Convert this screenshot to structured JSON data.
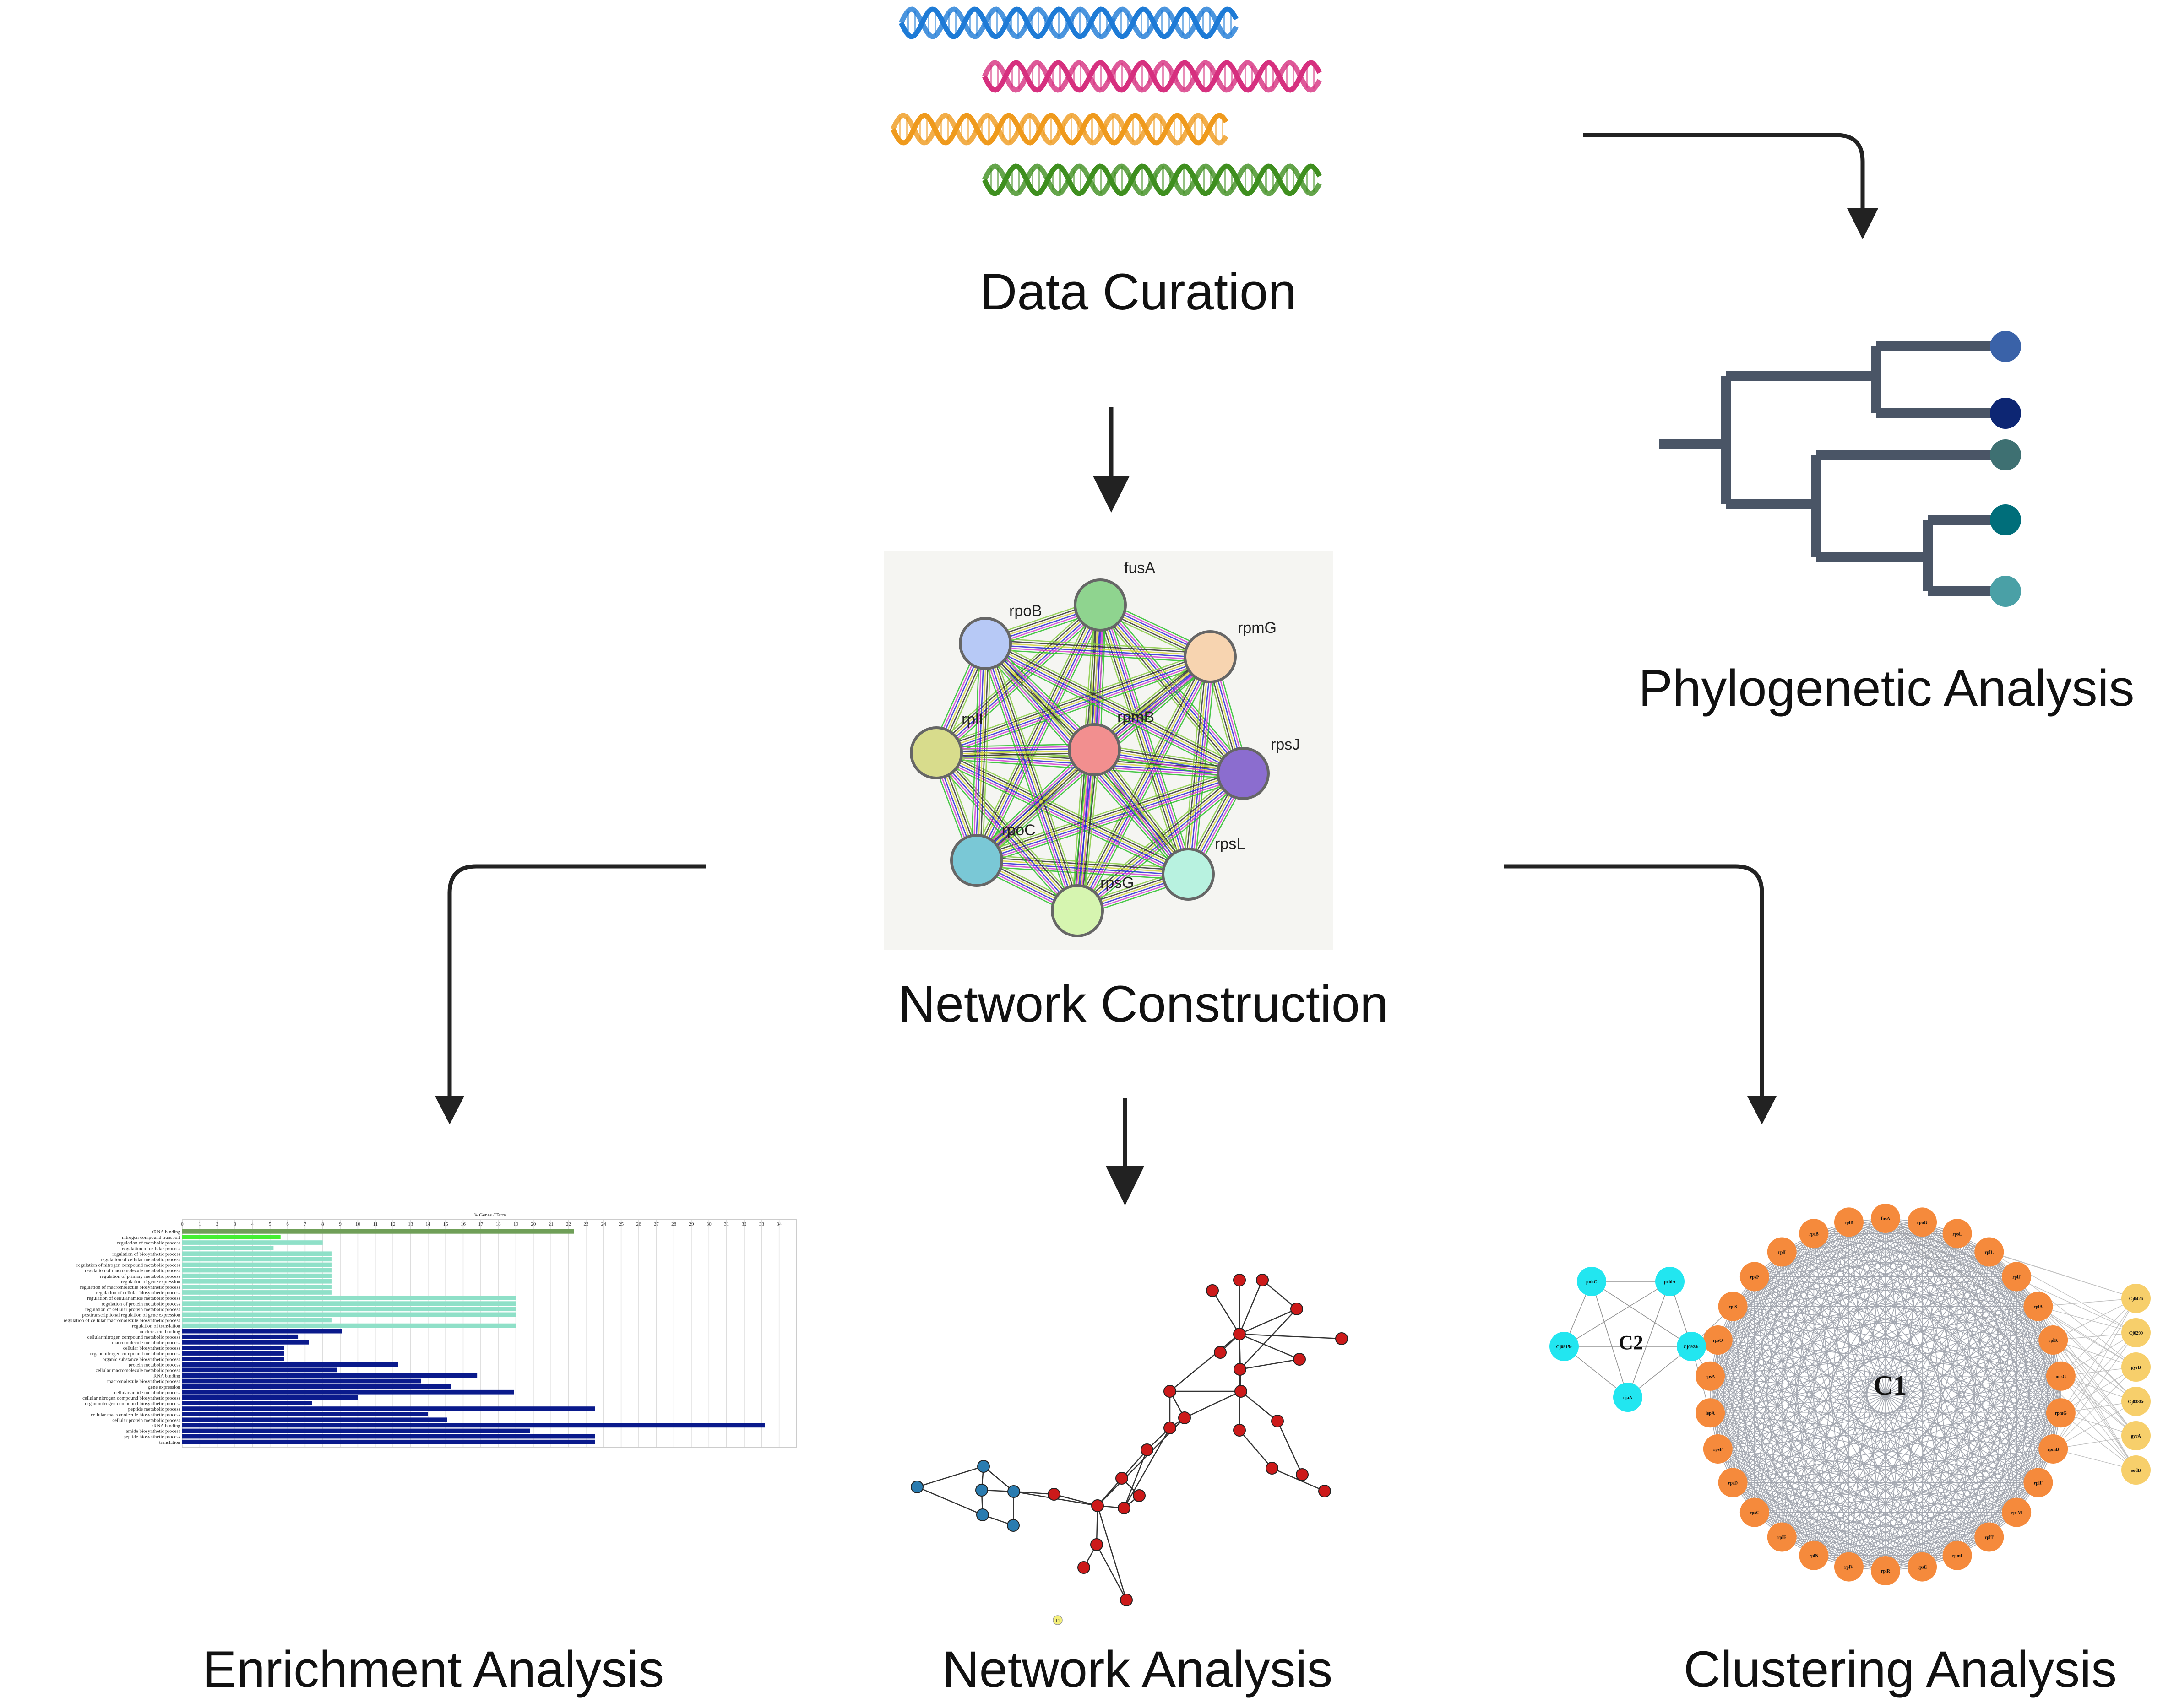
{
  "labels": {
    "data_curation": "Data Curation",
    "network_construction": "Network Construction",
    "phylogenetic_analysis": "Phylogenetic Analysis",
    "enrichment_analysis": "Enrichment Analysis",
    "network_analysis": "Network Analysis",
    "clustering_analysis": "Clustering Analysis"
  },
  "colors": {
    "dna_strands": [
      "#1e7bd6",
      "#d6307f",
      "#ef9a1d",
      "#3f8f1f"
    ],
    "arrows": "#222222",
    "tree_branches": "#4a5566",
    "tree_tips": [
      "#3a62a8",
      "#0d2673",
      "#3e7072",
      "#006e7a",
      "#4aa0a6"
    ],
    "enrich_green_dark": "#6f9f58",
    "enrich_green_bright": "#44ee33",
    "enrich_teal": "#8fe0c8",
    "enrich_navy": "#0a1a8c",
    "netanalysis_red": "#cc1a1a",
    "netanalysis_blue": "#2a7cb0",
    "cluster_orange": "#f58a3c",
    "cluster_cyan": "#22e6f0",
    "cluster_yellow": "#f7cf6b"
  },
  "string_network": {
    "nodes": [
      {
        "name": "fusA",
        "color": "#8fd48f"
      },
      {
        "name": "rpmG",
        "color": "#f7d4b0"
      },
      {
        "name": "rpsJ",
        "color": "#8b6dcf"
      },
      {
        "name": "rpsL",
        "color": "#b8f2e0"
      },
      {
        "name": "rpsG",
        "color": "#d6f5b0"
      },
      {
        "name": "rpoC",
        "color": "#7ac8d6"
      },
      {
        "name": "rplI",
        "color": "#d8dc8c"
      },
      {
        "name": "rpoB",
        "color": "#b7c9f6"
      },
      {
        "name": "rpmB",
        "color": "#f28f8f"
      }
    ]
  },
  "clustering": {
    "c1_label": "C1",
    "c2_label": "C2",
    "c1_nodes": [
      "fusA",
      "rpoG",
      "rpsL",
      "rplL",
      "rplJ",
      "rplA",
      "rplK",
      "nusG",
      "rpmG",
      "rpmB",
      "rplF",
      "rpsM",
      "rplT",
      "rpmI",
      "rpsE",
      "rplR",
      "rplV",
      "rplN",
      "rplE",
      "rpsC",
      "rpsD",
      "rpsF",
      "lepA",
      "rpsA",
      "rpsO",
      "rplS",
      "rpsP",
      "rplI",
      "rpsB",
      "rplB"
    ],
    "c2_nodes": [
      "pnhC",
      "pchlA",
      "Cj0928c",
      "Cj0915c",
      "cjaA"
    ],
    "yellow_nodes": [
      "Cj0426",
      "Cj0299",
      "gyrB",
      "Cj0888c",
      "gyrA",
      "sodB"
    ]
  },
  "network_analysis": {
    "yellow_node_label": "11"
  },
  "enrichment": {
    "axis_title": "% Genes / Term",
    "ticks": [
      "0",
      "1",
      "2",
      "3",
      "4",
      "5",
      "6",
      "7",
      "8",
      "9",
      "10",
      "11",
      "12",
      "13",
      "14",
      "15",
      "16",
      "17",
      "18",
      "19",
      "20",
      "21",
      "22",
      "23",
      "24",
      "25",
      "26",
      "27",
      "28",
      "29",
      "30",
      "31",
      "32",
      "33",
      "34"
    ],
    "bars": [
      {
        "term": "tRNA binding",
        "value": 22.3,
        "group": "green_dark"
      },
      {
        "term": "nitrogen compound transport",
        "value": 5.6,
        "group": "green_bright"
      },
      {
        "term": "regulation of metabolic process",
        "value": 8.0,
        "group": "teal"
      },
      {
        "term": "regulation of cellular process",
        "value": 5.2,
        "group": "teal"
      },
      {
        "term": "regulation of biosynthetic process",
        "value": 8.5,
        "group": "teal"
      },
      {
        "term": "regulation of cellular metabolic process",
        "value": 8.5,
        "group": "teal"
      },
      {
        "term": "regulation of nitrogen compound metabolic process",
        "value": 8.5,
        "group": "teal"
      },
      {
        "term": "regulation of macromolecule metabolic process",
        "value": 8.5,
        "group": "teal"
      },
      {
        "term": "regulation of primary metabolic process",
        "value": 8.5,
        "group": "teal"
      },
      {
        "term": "regulation of gene expression",
        "value": 8.5,
        "group": "teal"
      },
      {
        "term": "regulation of macromolecule biosynthetic process",
        "value": 8.5,
        "group": "teal"
      },
      {
        "term": "regulation of cellular biosynthetic process",
        "value": 8.5,
        "group": "teal"
      },
      {
        "term": "regulation of cellular amide metabolic process",
        "value": 19.0,
        "group": "teal"
      },
      {
        "term": "regulation of protein metabolic process",
        "value": 19.0,
        "group": "teal"
      },
      {
        "term": "regulation of cellular protein metabolic process",
        "value": 19.0,
        "group": "teal"
      },
      {
        "term": "posttranscriptional regulation of gene expression",
        "value": 19.0,
        "group": "teal"
      },
      {
        "term": "regulation of cellular macromolecule biosynthetic process",
        "value": 8.5,
        "group": "teal"
      },
      {
        "term": "regulation of translation",
        "value": 19.0,
        "group": "teal"
      },
      {
        "term": "nucleic acid binding",
        "value": 9.1,
        "group": "navy"
      },
      {
        "term": "cellular nitrogen compound metabolic process",
        "value": 6.6,
        "group": "navy"
      },
      {
        "term": "macromolecule metabolic process",
        "value": 7.2,
        "group": "navy"
      },
      {
        "term": "cellular biosynthetic process",
        "value": 5.8,
        "group": "navy"
      },
      {
        "term": "organonitrogen compound metabolic process",
        "value": 5.8,
        "group": "navy"
      },
      {
        "term": "organic substance biosynthetic process",
        "value": 5.8,
        "group": "navy"
      },
      {
        "term": "protein metabolic process",
        "value": 12.3,
        "group": "navy"
      },
      {
        "term": "cellular macromolecule metabolic process",
        "value": 8.8,
        "group": "navy"
      },
      {
        "term": "RNA binding",
        "value": 16.8,
        "group": "navy"
      },
      {
        "term": "macromolecule biosynthetic process",
        "value": 13.6,
        "group": "navy"
      },
      {
        "term": "gene expression",
        "value": 15.3,
        "group": "navy"
      },
      {
        "term": "cellular amide metabolic process",
        "value": 18.9,
        "group": "navy"
      },
      {
        "term": "cellular nitrogen compound biosynthetic process",
        "value": 10.0,
        "group": "navy"
      },
      {
        "term": "organonitrogen compound biosynthetic process",
        "value": 7.4,
        "group": "navy"
      },
      {
        "term": "peptide metabolic process",
        "value": 23.5,
        "group": "navy"
      },
      {
        "term": "cellular macromolecule biosynthetic process",
        "value": 14.0,
        "group": "navy"
      },
      {
        "term": "cellular protein metabolic process",
        "value": 15.1,
        "group": "navy"
      },
      {
        "term": "rRNA binding",
        "value": 33.2,
        "group": "navy"
      },
      {
        "term": "amide biosynthetic process",
        "value": 19.8,
        "group": "navy"
      },
      {
        "term": "peptide biosynthetic process",
        "value": 23.5,
        "group": "navy"
      },
      {
        "term": "translation",
        "value": 23.5,
        "group": "navy"
      }
    ]
  }
}
